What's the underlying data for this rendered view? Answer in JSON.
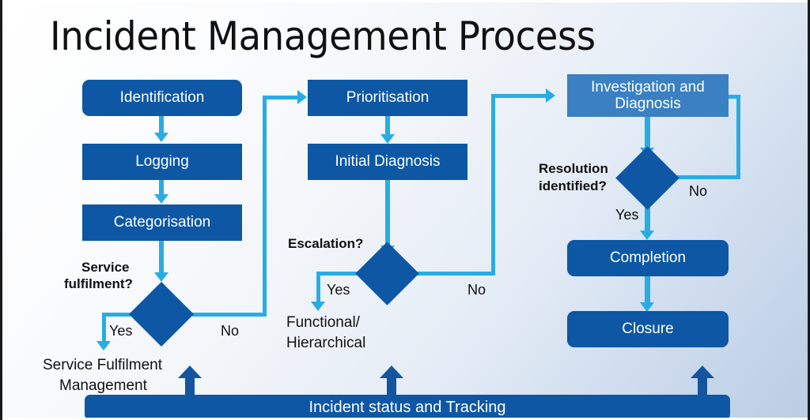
{
  "page": {
    "title": "Incident Management Process",
    "colors": {
      "process_blue": "#0d57a4",
      "process_blue_light": "#3a80c2",
      "connector_blue": "#29ace3",
      "arrow_blue": "#14559f",
      "text_dark": "#111111",
      "text_on_blue": "#ffffff",
      "background_start": "#ffffff",
      "background_end": "#b9cde4"
    }
  },
  "flow": {
    "column_left": {
      "nodes": [
        {
          "id": "identification",
          "label": "Identification",
          "shape": "rounded-rect",
          "fill": "#0d57a4"
        },
        {
          "id": "logging",
          "label": "Logging",
          "shape": "rect",
          "fill": "#0d57a4"
        },
        {
          "id": "categorisation",
          "label": "Categorisation",
          "shape": "rect",
          "fill": "#0d57a4"
        }
      ],
      "decision": {
        "id": "service-fulfilment",
        "label": "Service\nfulfilment?",
        "label_line1": "Service",
        "label_line2": "fulfilment?",
        "shape": "diamond",
        "fill": "#0d57a4",
        "branch_yes": "Yes",
        "branch_no": "No"
      },
      "terminal": {
        "id": "service-fulfilment-management",
        "label_line1": "Service Fulfilment",
        "label_line2": "Management"
      }
    },
    "column_middle": {
      "nodes": [
        {
          "id": "prioritisation",
          "label": "Prioritisation",
          "shape": "rect",
          "fill": "#0d57a4"
        },
        {
          "id": "initial-diagnosis",
          "label": "Initial Diagnosis",
          "shape": "rect",
          "fill": "#0d57a4"
        }
      ],
      "decision": {
        "id": "escalation",
        "label": "Escalation?",
        "shape": "diamond",
        "fill": "#0d57a4",
        "branch_yes": "Yes",
        "branch_no": "No"
      },
      "terminal": {
        "id": "functional-hierarchical",
        "label_line1": "Functional/",
        "label_line2": "Hierarchical"
      }
    },
    "column_right": {
      "nodes": [
        {
          "id": "investigation-and-diagnosis",
          "label_line1": "Investigation and",
          "label_line2": "Diagnosis",
          "shape": "rect",
          "fill": "#3a80c2"
        },
        {
          "id": "completion",
          "label": "Completion",
          "shape": "rounded-rect",
          "fill": "#0d57a4"
        },
        {
          "id": "closure",
          "label": "Closure",
          "shape": "rounded-rect",
          "fill": "#0d57a4"
        }
      ],
      "decision": {
        "id": "resolution-identified",
        "label_line1": "Resolution",
        "label_line2": "identified?",
        "shape": "diamond",
        "fill": "#0d57a4",
        "branch_yes": "Yes",
        "branch_no": "No"
      }
    },
    "footer_bar": {
      "id": "incident-status-and-tracking",
      "label": "Incident status and Tracking",
      "feeder_arrow_count": 3
    }
  }
}
